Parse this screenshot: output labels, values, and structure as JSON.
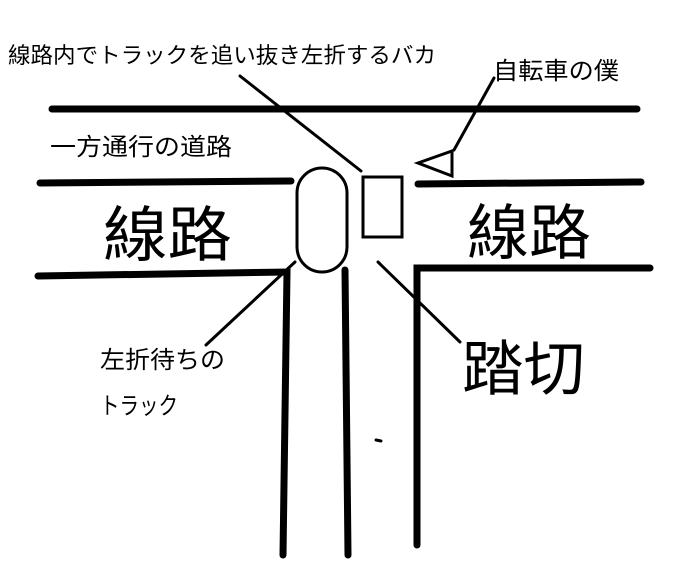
{
  "labels": {
    "overtaking_truck": "線路内でトラックを追い抜き左折するバカ",
    "me_on_bicycle": "自転車の僕",
    "one_way_road": "一方通行の道路",
    "railway_left": "線路",
    "railway_right": "線路",
    "waiting_truck_line1": "左折待ちの",
    "waiting_truck_line2": "トラック",
    "railroad_crossing": "踏切"
  },
  "colors": {
    "stroke": "#000000",
    "background": "#ffffff"
  }
}
